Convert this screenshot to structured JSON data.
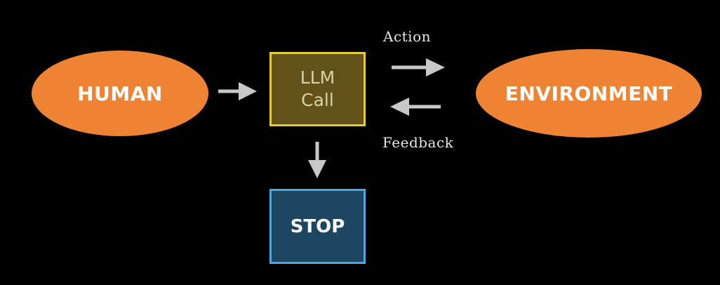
{
  "nodes": {
    "human": {
      "label": "HUMAN"
    },
    "llm": {
      "line1": "LLM",
      "line2": "Call"
    },
    "environment": {
      "label": "ENVIRONMENT"
    },
    "stop": {
      "label": "STOP"
    }
  },
  "edges": {
    "action_label": "Action",
    "feedback_label": "Feedback"
  },
  "colors": {
    "ellipse_fill": "#ee8433",
    "llm_fill": "#625118",
    "llm_border": "#e3cc3a",
    "stop_fill": "#1d4760",
    "stop_border": "#4fa7dd",
    "arrow": "#c8c8c8",
    "background": "#000000"
  },
  "icons": {
    "arrow_right": "arrow-right-icon",
    "arrow_left": "arrow-left-icon",
    "arrow_down": "arrow-down-icon"
  }
}
